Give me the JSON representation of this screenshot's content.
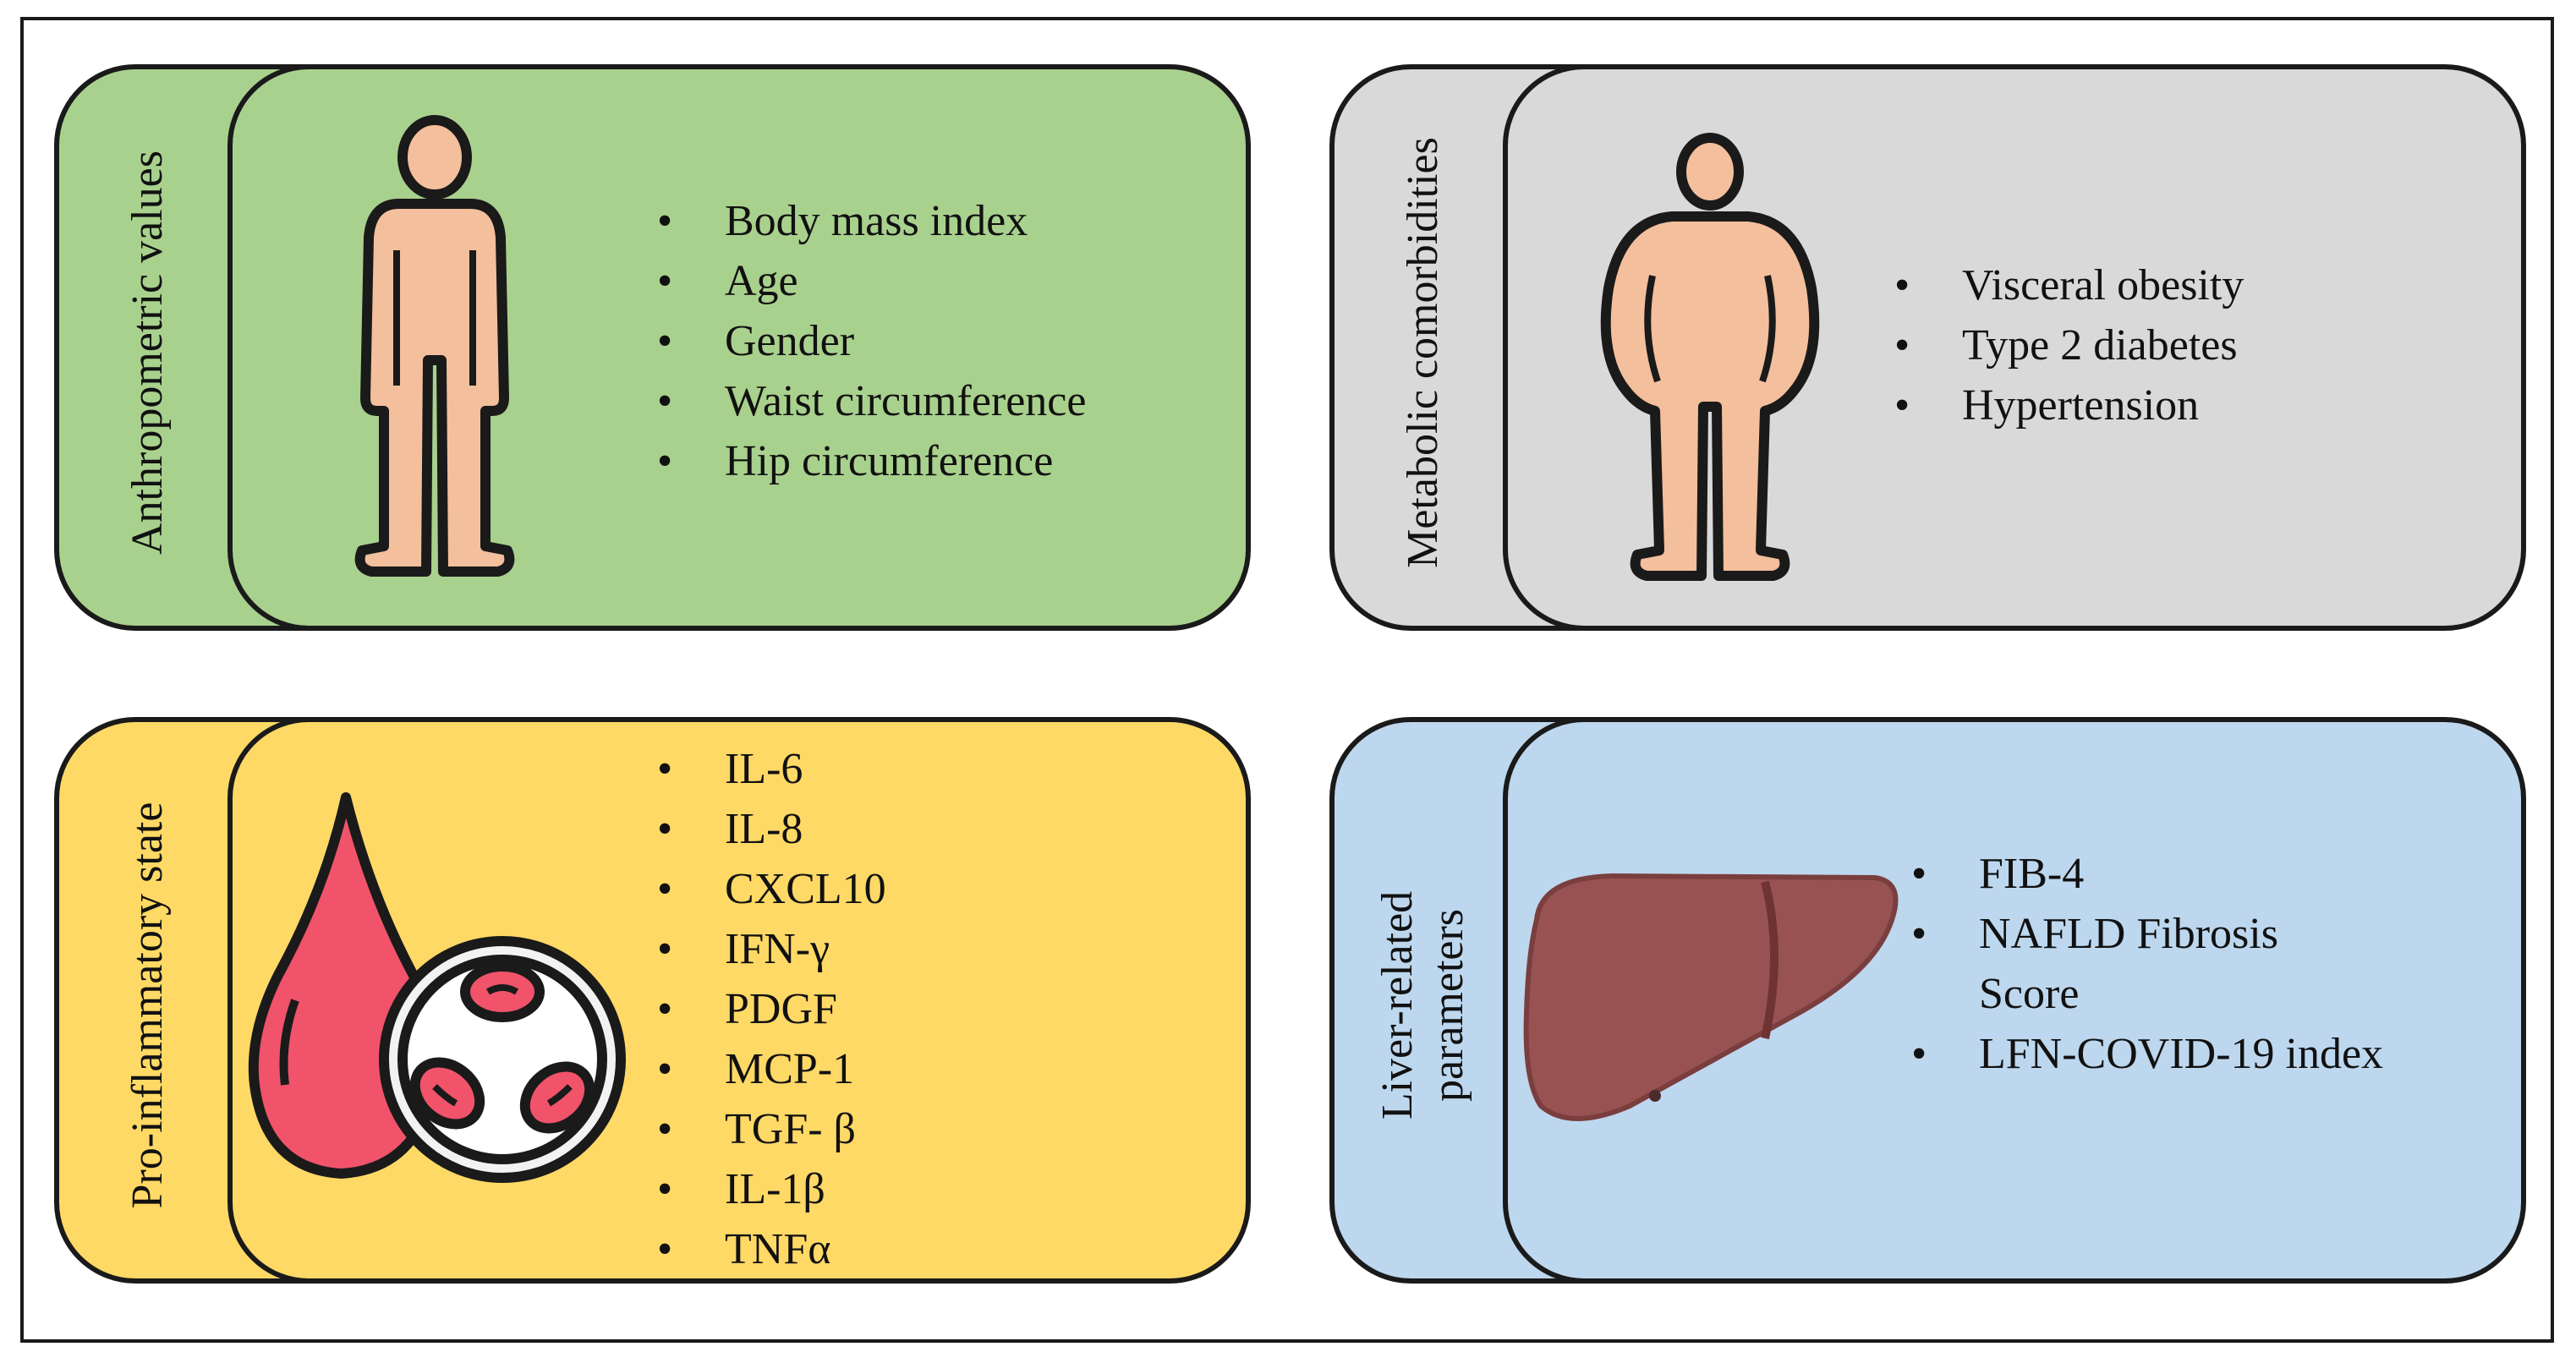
{
  "panels": {
    "anthropometric": {
      "title": "Anthropometric values",
      "items": [
        "Body mass index",
        "Age",
        "Gender",
        "Waist circumference",
        "Hip circumference"
      ]
    },
    "metabolic": {
      "title": "Metabolic comorbidities",
      "items": [
        "Visceral obesity",
        "Type 2 diabetes",
        "Hypertension"
      ]
    },
    "inflammatory": {
      "title": "Pro-inflammatory state",
      "items": [
        "IL-6",
        "IL-8",
        "CXCL10",
        "IFN-γ",
        "PDGF",
        "MCP-1",
        "TGF- β",
        "IL-1β",
        "TNFα"
      ]
    },
    "liver": {
      "title": "Liver-related parameters",
      "item1": "FIB-4",
      "item2_line1": "NAFLD Fibrosis",
      "item2_line2": "Score",
      "item3": "LFN-COVID-19 index"
    }
  },
  "icons": {
    "anthropometric": "person-icon",
    "metabolic": "obese-person-icon",
    "inflammatory": "blood-drop-cells-icon",
    "liver": "liver-icon"
  },
  "colors": {
    "anthropometric": "#a9d18e",
    "metabolic": "#d9d9d9",
    "inflammatory": "#ffd966",
    "liver": "#bdd7ee",
    "skin": "#f4bf9c",
    "blood": "#f0536a",
    "liver_fill": "#995252"
  }
}
